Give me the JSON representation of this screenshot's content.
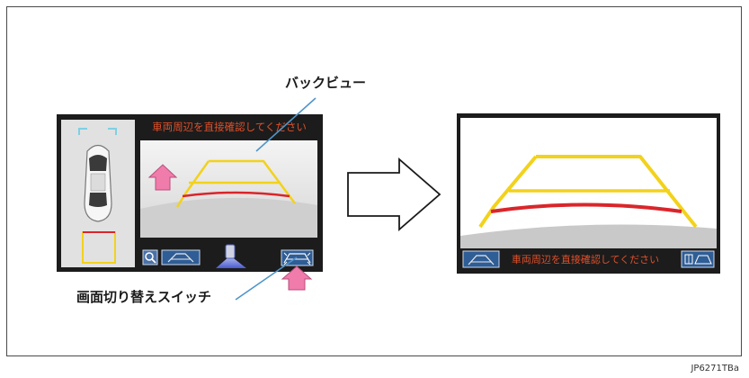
{
  "callouts": {
    "back_view": "バックビュー",
    "screen_switch": "画面切り替えスイッチ"
  },
  "left_screen": {
    "warning": "車両周辺を直接確認してください"
  },
  "right_screen": {
    "warning": "車両周辺を直接確認してください"
  },
  "figure_id": "JP6271TBa",
  "icons": {
    "magnifier": "magnifier-icon",
    "camera_view_toggle": "camera-view-icon",
    "car_top": "car-top-view-icon",
    "screen_switch": "screen-switch-icon",
    "arrow": "right-arrow-icon"
  },
  "colors": {
    "warning_text": "#e0502a",
    "guide_yellow": "#f2d21b",
    "guide_red": "#d9262b",
    "switch_arrow_pink": "#f07cab",
    "screen_bezel": "#1e1e1e",
    "callout_blue": "#4f95c9"
  }
}
